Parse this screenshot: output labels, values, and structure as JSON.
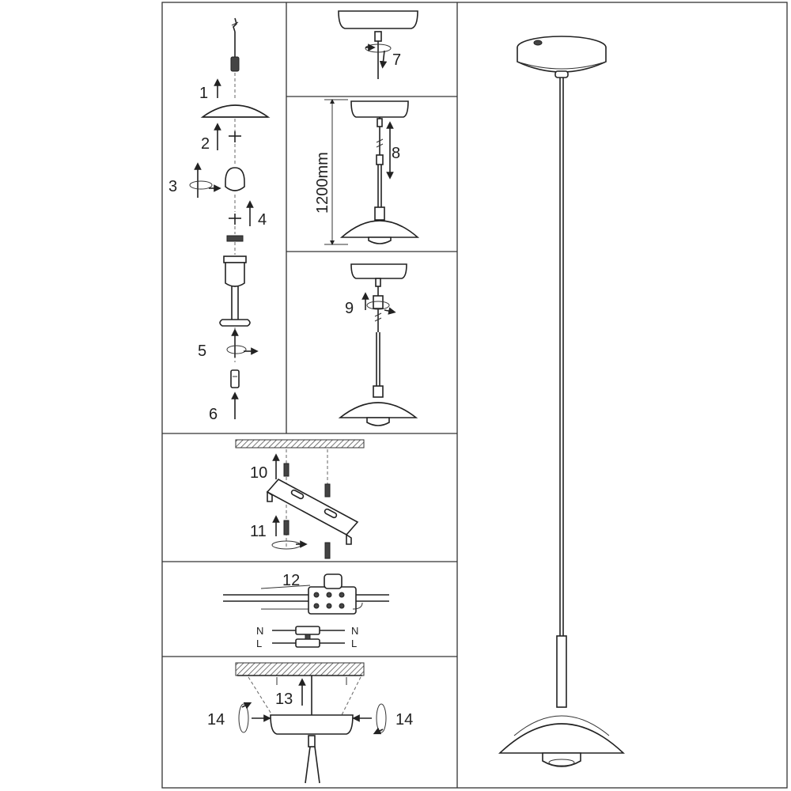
{
  "panels": {
    "lamp_assembly": {
      "steps": [
        "1",
        "2",
        "3",
        "4",
        "5",
        "6"
      ]
    },
    "panel_a": {
      "step": "7"
    },
    "panel_b": {
      "step": "8",
      "dimension": "1200mm"
    },
    "panel_c": {
      "step": "9"
    },
    "panel_d": {
      "steps": [
        "10",
        "11"
      ]
    },
    "panel_e": {
      "step": "12",
      "wiring": {
        "left": [
          "N",
          "L"
        ],
        "right": [
          "N",
          "L"
        ]
      }
    },
    "panel_f": {
      "steps": [
        "13",
        "14",
        "14"
      ]
    }
  },
  "icons": [
    "pendant-lamp",
    "ceiling-canopy",
    "mounting-bracket",
    "terminal-block",
    "rotate-arrow",
    "screw",
    "dowel"
  ]
}
